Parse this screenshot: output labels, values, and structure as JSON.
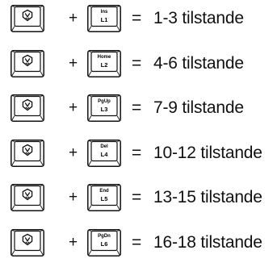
{
  "rows": [
    {
      "modifier_icon": "logo-icon",
      "key_top": "Ins",
      "key_bottom": "L1",
      "plus": "+",
      "equals": "=",
      "result": "1-3 tilstande"
    },
    {
      "modifier_icon": "logo-icon",
      "key_top": "Home",
      "key_bottom": "L2",
      "plus": "+",
      "equals": "=",
      "result": "4-6 tilstande"
    },
    {
      "modifier_icon": "logo-icon",
      "key_top": "PgUp",
      "key_bottom": "L3",
      "plus": "+",
      "equals": "=",
      "result": "7-9 tilstande"
    },
    {
      "modifier_icon": "logo-icon",
      "key_top": "Del",
      "key_bottom": "L4",
      "plus": "+",
      "equals": "=",
      "result": "10-12 tilstande"
    },
    {
      "modifier_icon": "logo-icon",
      "key_top": "End",
      "key_bottom": "L5",
      "plus": "+",
      "equals": "=",
      "result": "13-15 tilstande"
    },
    {
      "modifier_icon": "logo-icon",
      "key_top": "PgDn",
      "key_bottom": "L6",
      "plus": "+",
      "equals": "=",
      "result": "16-18 tilstande"
    }
  ]
}
